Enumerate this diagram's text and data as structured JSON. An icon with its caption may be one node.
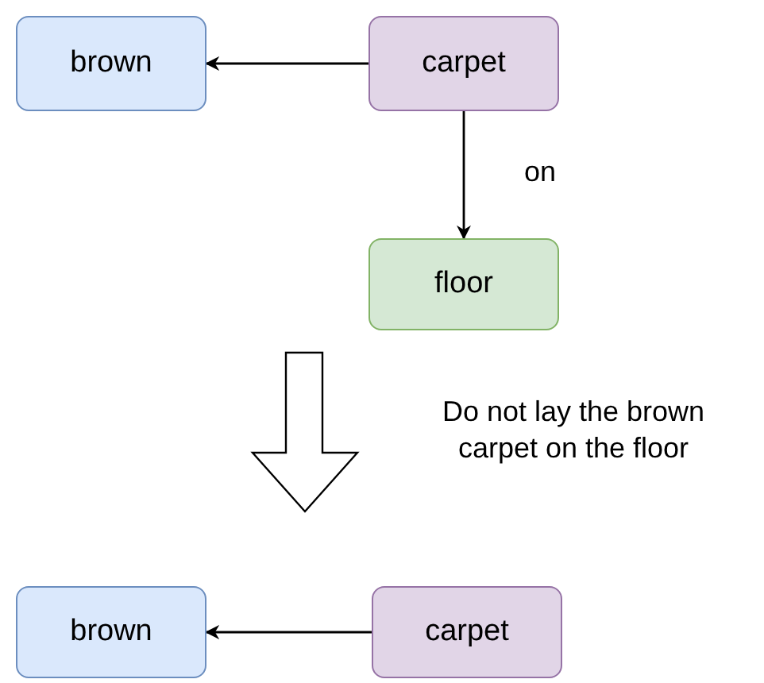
{
  "diagram": {
    "nodes": [
      {
        "text": [
          "brown"
        ]
      },
      {
        "text": [
          "carpet"
        ]
      },
      {
        "text": [
          "floor"
        ]
      },
      {
        "text": [
          "brown"
        ]
      },
      {
        "text": [
          "carpet"
        ]
      }
    ],
    "edges": [
      {
        "from": 1,
        "to": 0,
        "arrow": "to"
      },
      {
        "from": 1,
        "to": 2,
        "arrow": "to",
        "label": "on"
      },
      {
        "from": 4,
        "to": 3,
        "arrow": "to"
      }
    ],
    "labels": [
      "Do not lay the brown carpet on the floor"
    ]
  }
}
